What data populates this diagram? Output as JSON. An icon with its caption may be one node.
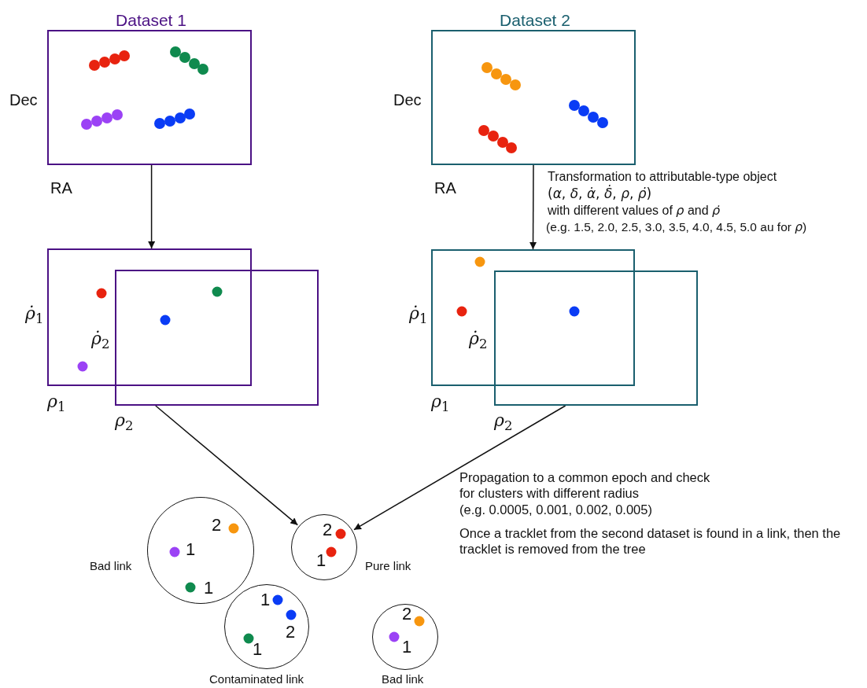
{
  "diagram": {
    "nodes": [
      {
        "text": [
          "Dataset 1"
        ],
        "beside": [
          "Dec",
          "RA"
        ]
      },
      {
        "text": [
          "Dataset 2"
        ],
        "beside": [
          "Dec",
          "RA"
        ]
      },
      {
        "text": [],
        "shape": "box",
        "beside": [
          "ρ̇$_{1}$",
          "ρ$_{1}$"
        ]
      },
      {
        "text": [],
        "shape": "box",
        "beside": [
          "ρ̇$_{2}$",
          "ρ$_{2}$"
        ]
      },
      {
        "text": [],
        "shape": "box",
        "beside": [
          "ρ̇$_{1}$",
          "ρ$_{1}$"
        ]
      },
      {
        "text": [],
        "shape": "box",
        "beside": [
          "ρ̇$_{2}$",
          "ρ$_{2}$"
        ]
      },
      {
        "text": [
          "2",
          "1",
          "1"
        ],
        "beside": [
          "Bad link"
        ]
      },
      {
        "text": [
          "2",
          "1"
        ],
        "beside": [
          "Pure link"
        ]
      },
      {
        "text": [
          "1",
          "2",
          "1"
        ],
        "beside": [
          "Contaminated link"
        ]
      },
      {
        "text": [
          "2",
          "1"
        ],
        "beside": [
          "Bad link"
        ]
      }
    ],
    "edges": [
      {
        "from": 0,
        "to": 2,
        "arrow": "to"
      },
      {
        "from": 1,
        "to": 4,
        "arrow": "to"
      },
      {
        "from": 3,
        "to": 7,
        "arrow": "to"
      },
      {
        "from": 5,
        "to": 7,
        "arrow": "to"
      }
    ],
    "labels": [
      "Transformation to attributable-type object",
      "(*α*, *δ*, *α̇*, *δ̇*, *ρ*, *ρ̇*)",
      "with different values of *ρ* and *ρ̇*",
      "(e.g. 1.5, 2.0, 2.5, 3.0, 3.5, 4.0, 4.5, 5.0 au for *ρ*)",
      "Propagation to a common epoch and check for clusters with different radius",
      "(e.g. 0.0005, 0.001, 0.002, 0.005)",
      "Once a tracklet from the second dataset is found in a link, then the tracklet is removed from the tree"
    ]
  }
}
